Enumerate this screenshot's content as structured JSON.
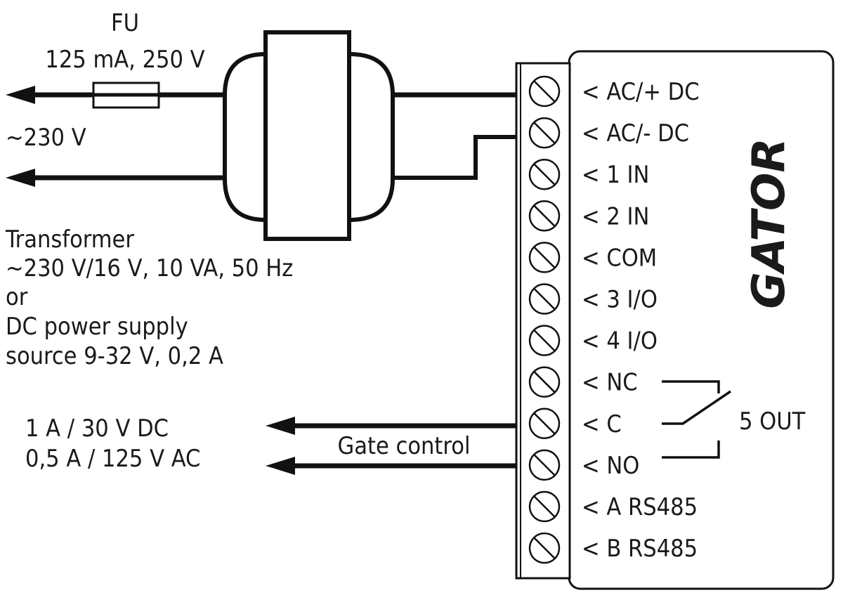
{
  "diagram": {
    "type": "wiring-diagram",
    "device_name": "GATOR",
    "colors": {
      "line": "#111111",
      "text": "#1a1a1a",
      "background": "#ffffff"
    },
    "fuse": {
      "label": "FU",
      "rating": "125 mA, 250 V"
    },
    "mains": {
      "label": "~230 V"
    },
    "power_supply_note": {
      "lines": [
        "Transformer",
        "~230 V/16 V, 10 VA, 50 Hz",
        "or",
        "DC power supply",
        "source 9-32 V, 0,2 A"
      ]
    },
    "relay_rating": {
      "lines": [
        "1 A / 30 V DC",
        "0,5 A / 125 V AC"
      ]
    },
    "gate_control": {
      "label": "Gate control"
    },
    "terminals": [
      {
        "label": "< AC/+ DC"
      },
      {
        "label": "< AC/- DC"
      },
      {
        "label": "< 1 IN"
      },
      {
        "label": "< 2 IN"
      },
      {
        "label": "< COM"
      },
      {
        "label": "< 3 I/O"
      },
      {
        "label": "< 4 I/O"
      },
      {
        "label": "< NC"
      },
      {
        "label": "< C"
      },
      {
        "label": "< NO"
      },
      {
        "label": "< A RS485"
      },
      {
        "label": "< B RS485"
      }
    ],
    "relay_output": {
      "label": "5 OUT"
    }
  }
}
